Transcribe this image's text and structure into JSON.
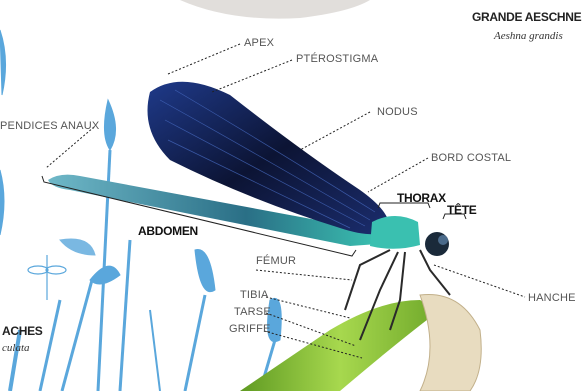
{
  "species_right": {
    "name": "GRANDE AESCHNE",
    "latin": "Aeshna grandis"
  },
  "species_left": {
    "name": "ACHES",
    "latin": "culata"
  },
  "labels": {
    "apex": "APEX",
    "pterostigma": "PTÉROSTIGMA",
    "appendices": "PENDICES ANAUX",
    "nodus": "NODUS",
    "bord_costal": "BORD COSTAL",
    "thorax": "THORAX",
    "tete": "TÊTE",
    "abdomen": "ABDOMEN",
    "femur": "FÉMUR",
    "hanche": "HANCHE",
    "tibia": "TIBIA",
    "tarse": "TARSE",
    "griffe": "GRIFFE"
  },
  "colors": {
    "accent_blue": "#5aa7dc",
    "body_teal": "#3aa3a8",
    "wing_dark": "#0f1a3c",
    "stem_green": "#8cc43c",
    "line_dark": "#222222"
  }
}
